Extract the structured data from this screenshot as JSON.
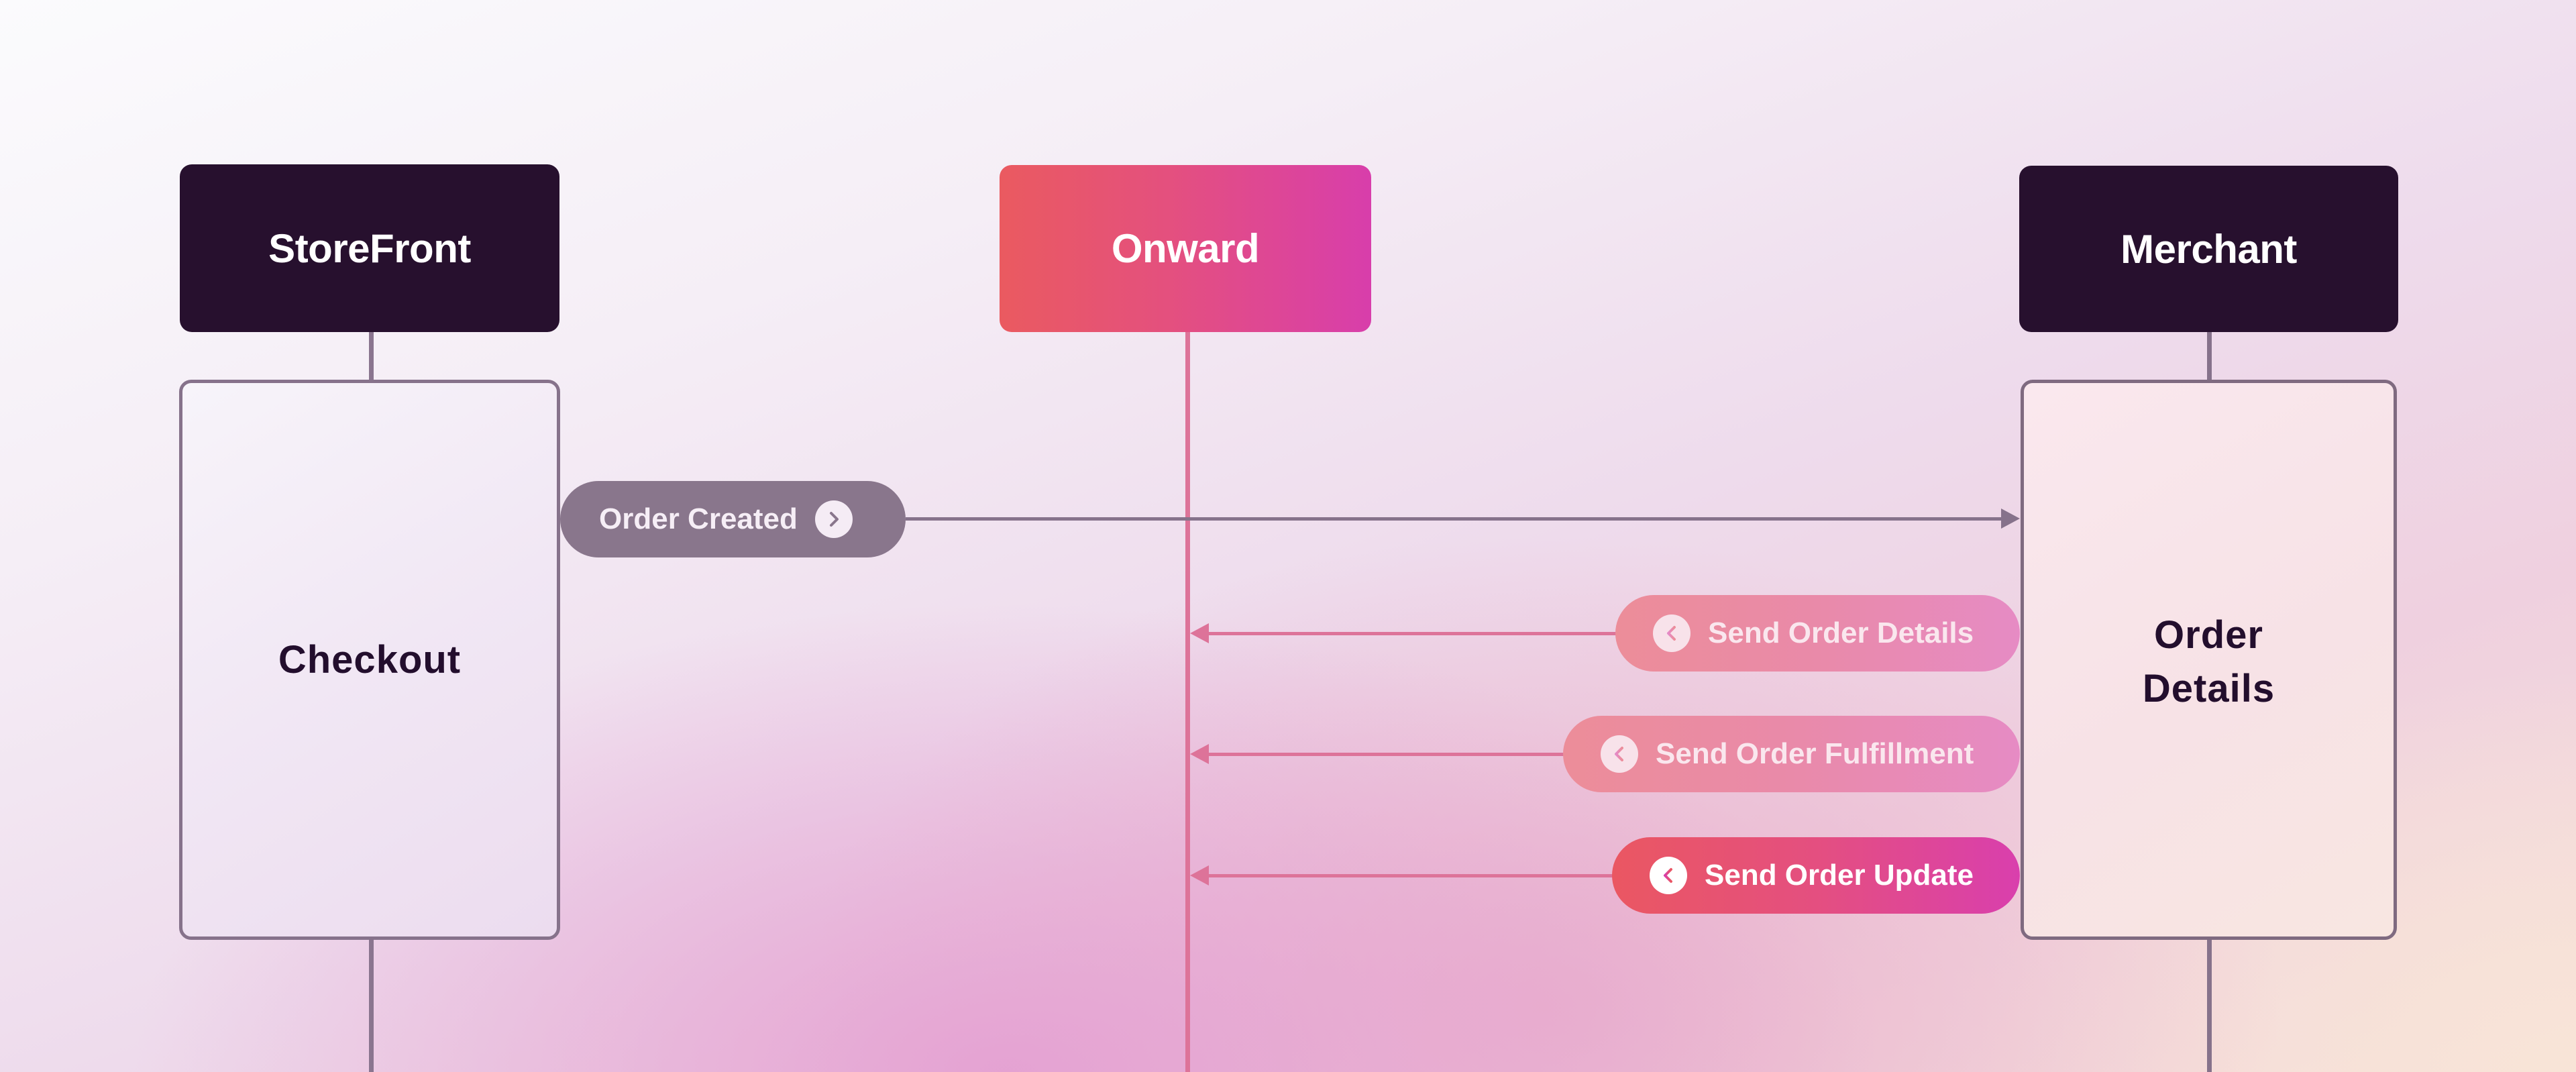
{
  "diagram": {
    "type": "sequence",
    "colors": {
      "actor_dark": "#27102e",
      "brand_gradient_start": "#ea5a60",
      "brand_gradient_end": "#d83eab",
      "lifeline_gray": "#8a758f",
      "lifeline_pink": "#dd7399",
      "outgoing_pill": "#89768c",
      "activation_text": "#230e2d"
    },
    "actors": [
      {
        "id": "storefront",
        "label": "StoreFront",
        "style": "dark"
      },
      {
        "id": "onward",
        "label": "Onward",
        "style": "brand"
      },
      {
        "id": "merchant",
        "label": "Merchant",
        "style": "dark"
      }
    ],
    "activations": [
      {
        "actor": "storefront",
        "label": "Checkout"
      },
      {
        "actor": "merchant",
        "label": "Order\nDetails",
        "lines": [
          "Order",
          "Details"
        ]
      }
    ],
    "messages": [
      {
        "label": "Order Created",
        "from": "storefront",
        "to": "merchant",
        "direction": "right",
        "icon": "chevron-right-icon",
        "state": "outgoing"
      },
      {
        "label": "Send Order Details",
        "from": "merchant",
        "to": "onward",
        "direction": "left",
        "icon": "chevron-left-icon",
        "state": "muted"
      },
      {
        "label": "Send Order Fulfillment",
        "from": "merchant",
        "to": "onward",
        "direction": "left",
        "icon": "chevron-left-icon",
        "state": "muted"
      },
      {
        "label": "Send Order Update",
        "from": "merchant",
        "to": "onward",
        "direction": "left",
        "icon": "chevron-left-icon",
        "state": "active"
      }
    ]
  }
}
